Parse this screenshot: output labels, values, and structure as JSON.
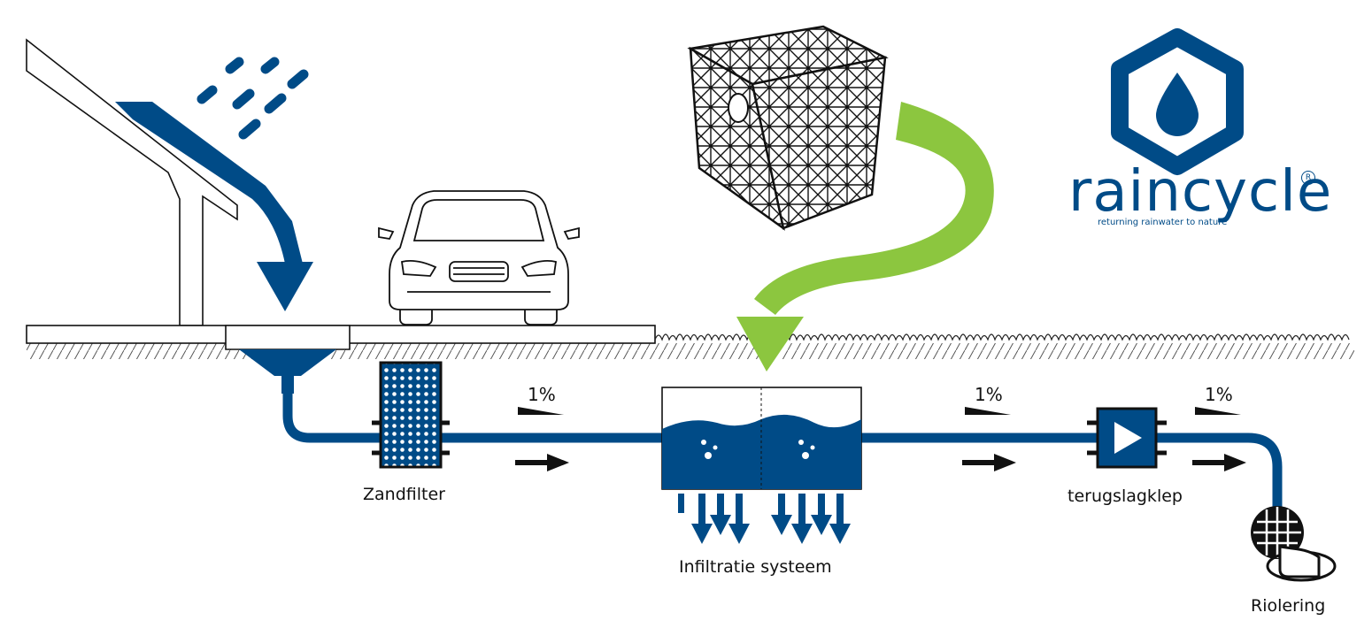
{
  "labels": {
    "zandfilter": "Zandfilter",
    "infiltratie": "Infiltratie systeem",
    "terugslagklep": "terugslagklep",
    "riolering": "Riolering"
  },
  "slopes": {
    "slope1": "1%",
    "slope2": "1%",
    "slope3": "1%"
  },
  "logo": {
    "brand": "raincycle",
    "tagline": "returning rainwater to nature",
    "registered": "R"
  },
  "colors": {
    "water": "#004b87",
    "arrow_green": "#8cc63f",
    "ink": "#1a1a1a"
  }
}
